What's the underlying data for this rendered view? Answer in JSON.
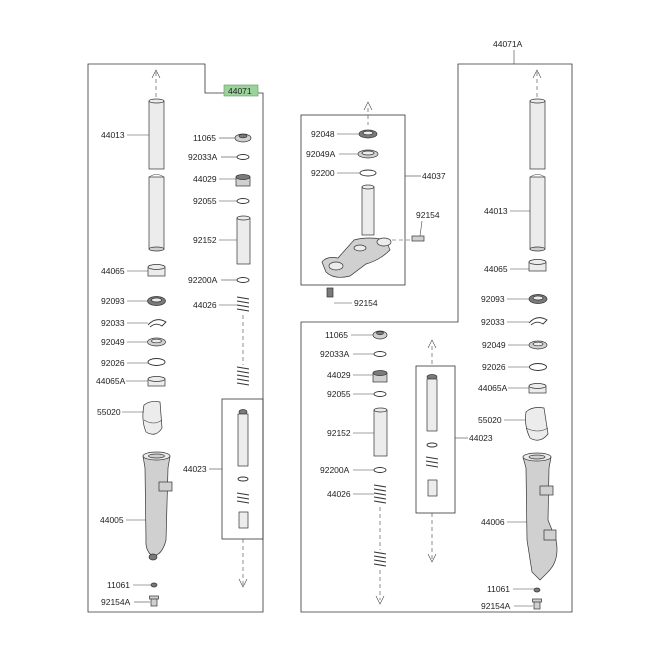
{
  "assembly_labels": {
    "left": "44071",
    "right": "44071A"
  },
  "top_bracket": {
    "parts": [
      "92048",
      "92049A",
      "92200",
      "44037",
      "92154",
      "92154"
    ]
  },
  "left_fork": {
    "outer_parts": [
      "44013",
      "44065",
      "92093",
      "92033",
      "92049",
      "92026",
      "44065A",
      "55020",
      "44005",
      "11061",
      "92154A"
    ],
    "inner_parts": [
      "11065",
      "92033A",
      "44029",
      "92055",
      "92152",
      "92200A",
      "44026",
      "44023"
    ]
  },
  "right_fork": {
    "outer_parts": [
      "44013",
      "44065",
      "92093",
      "92033",
      "92049",
      "92026",
      "44065A",
      "55020",
      "44006",
      "11061",
      "92154A"
    ],
    "inner_parts": [
      "11065",
      "92033A",
      "44029",
      "92055",
      "92152",
      "92200A",
      "44026",
      "44023"
    ]
  }
}
